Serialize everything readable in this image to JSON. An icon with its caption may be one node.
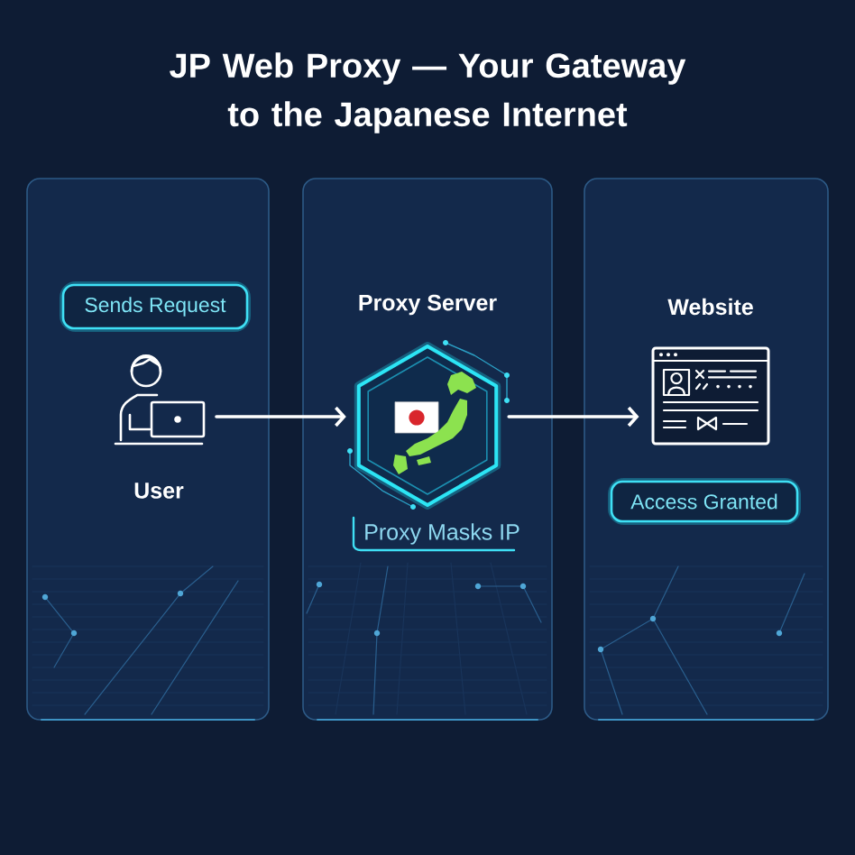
{
  "diagram": {
    "title": "JP Web Proxy — Your Gateway to the Japanese Internet",
    "nodes": [
      {
        "text": [],
        "shape": "box"
      },
      {
        "text": [
          "Sends Request"
        ],
        "in": 0
      },
      {
        "text": [
          "User"
        ],
        "in": 0
      },
      {
        "text": [],
        "shape": "box"
      },
      {
        "text": [
          "Proxy Server"
        ],
        "in": 3,
        "beside": [
          "Proxy Masks IP"
        ]
      },
      {
        "text": [],
        "shape": "box"
      },
      {
        "text": [
          "Website"
        ],
        "in": 5
      },
      {
        "text": [
          "Access Granted"
        ],
        "in": 5
      }
    ],
    "edges": [
      {
        "from": 2,
        "to": 4,
        "arrow": "to"
      },
      {
        "from": 4,
        "to": 6,
        "arrow": "to"
      }
    ]
  }
}
